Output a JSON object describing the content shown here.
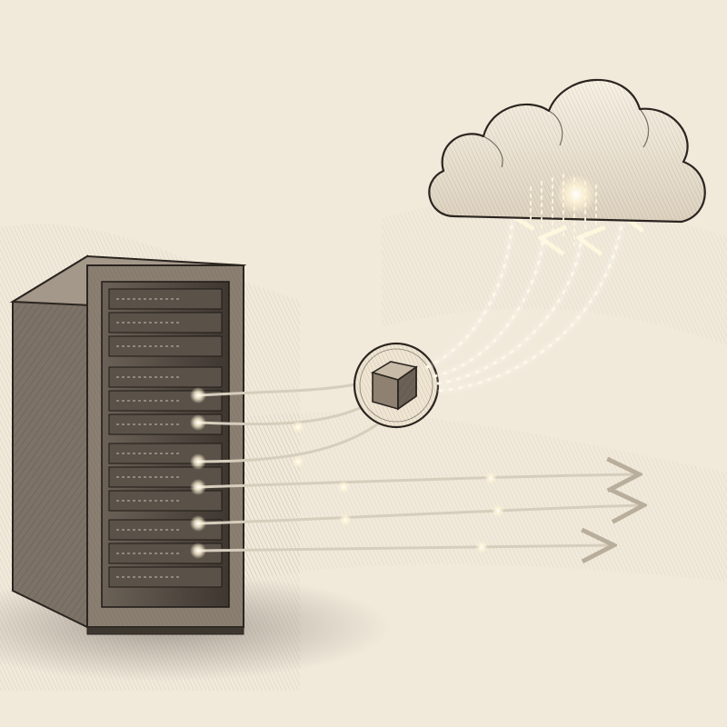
{
  "scene": {
    "elements": {
      "server_rack": "server-rack",
      "hub": "hub-node",
      "cube": "cube-icon",
      "cloud": "cloud-icon"
    },
    "flows": {
      "to_hub_count": 3,
      "hub_to_cloud_count": 4,
      "direct_out_count": 3
    },
    "colors": {
      "background": "#f1e9da",
      "ink": "#2b2520",
      "glow": "#fff6de",
      "line": "#cfc6b6"
    }
  }
}
